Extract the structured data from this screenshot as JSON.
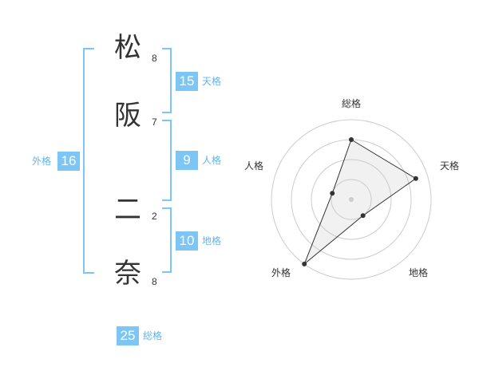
{
  "name": {
    "chars": [
      {
        "char": "松",
        "strokes": "8"
      },
      {
        "char": "阪",
        "strokes": "7"
      },
      {
        "char": "二",
        "strokes": "2"
      },
      {
        "char": "奈",
        "strokes": "8"
      }
    ]
  },
  "fortune": {
    "tenkaku": {
      "value": "15",
      "label": "天格"
    },
    "jinkaku": {
      "value": "9",
      "label": "人格"
    },
    "chikaku": {
      "value": "10",
      "label": "地格"
    },
    "gaikaku": {
      "value": "16",
      "label": "外格"
    },
    "soukaku": {
      "value": "25",
      "label": "総格"
    }
  },
  "radar": {
    "axes": [
      "総格",
      "天格",
      "地格",
      "外格",
      "人格"
    ],
    "values": [
      0.75,
      0.85,
      0.25,
      1.0,
      0.25
    ],
    "rings": 4
  },
  "colors": {
    "accent": "#7cc5f5",
    "label": "#5eb6ef"
  }
}
